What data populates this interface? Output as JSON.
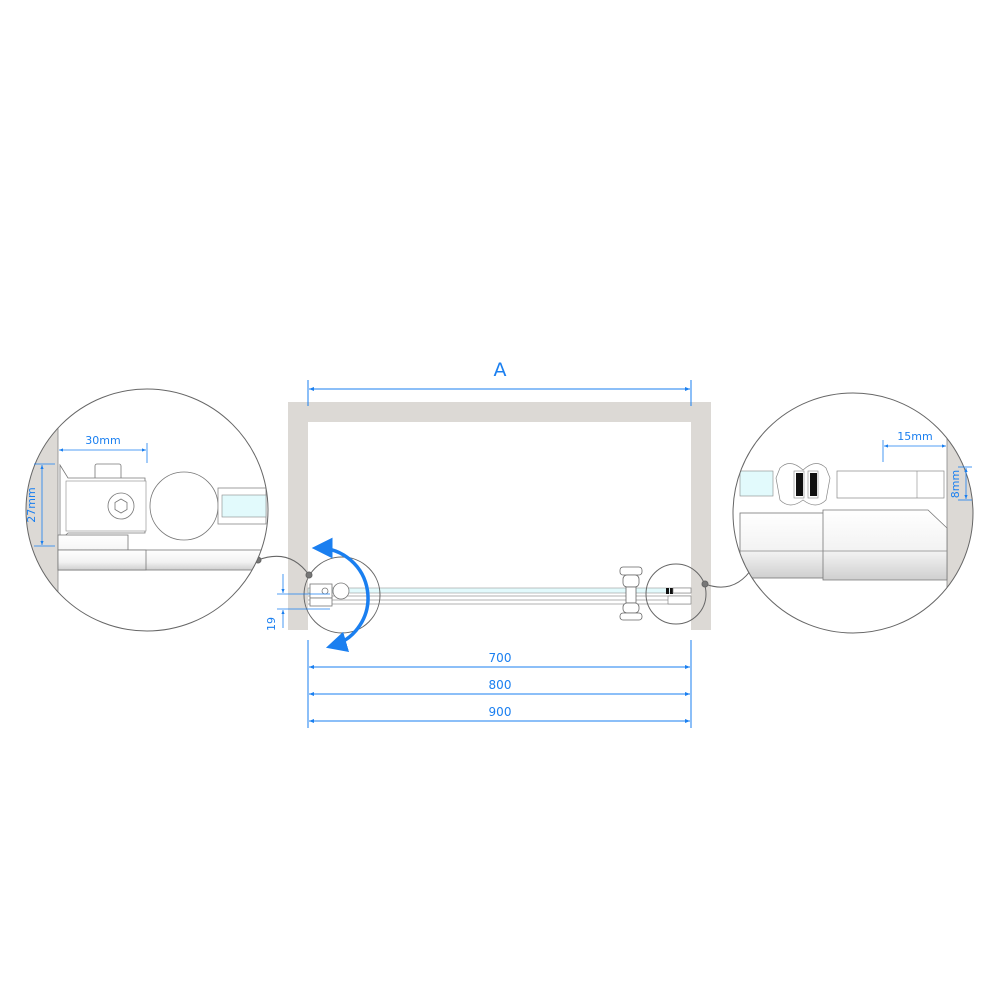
{
  "colors": {
    "dimension": "#1a7ff0",
    "wall": "#dcd9d5",
    "outline": "#777777",
    "glass": "#e2fafc",
    "arrow": "#1a7ff0"
  },
  "dimensions": {
    "opening_label": "A",
    "bottom": [
      "700",
      "800",
      "900"
    ],
    "left_detail_width": "30mm",
    "left_detail_height": "27mm",
    "left_offset": "19",
    "right_detail_width": "15mm",
    "right_detail_height": "8mm"
  }
}
